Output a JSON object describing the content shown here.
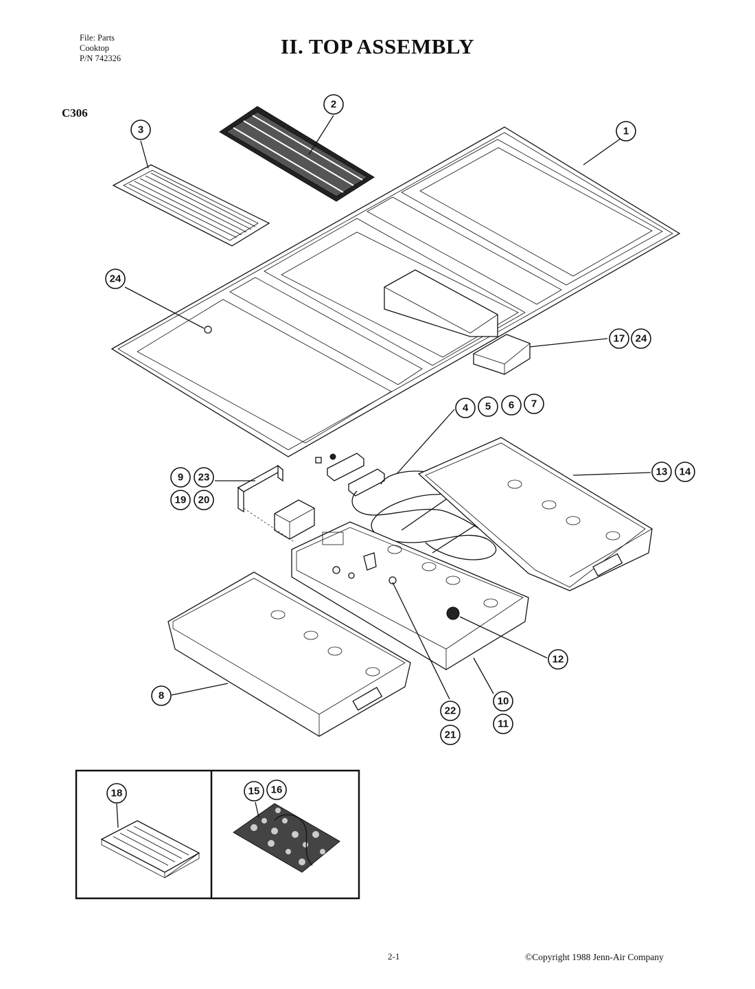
{
  "header": {
    "file_lines": [
      "File: Parts",
      "Cooktop",
      "P/N 742326"
    ],
    "title": "II.  TOP ASSEMBLY",
    "model": "C306"
  },
  "footer": {
    "page": "2-1",
    "copyright": "©Copyright 1988 Jenn-Air Company"
  },
  "callouts": [
    "1",
    "2",
    "3",
    "24",
    "17",
    "24",
    "4",
    "5",
    "6",
    "7",
    "9",
    "23",
    "19",
    "20",
    "13",
    "14",
    "12",
    "8",
    "22",
    "21",
    "10",
    "11",
    "18",
    "15",
    "16"
  ]
}
